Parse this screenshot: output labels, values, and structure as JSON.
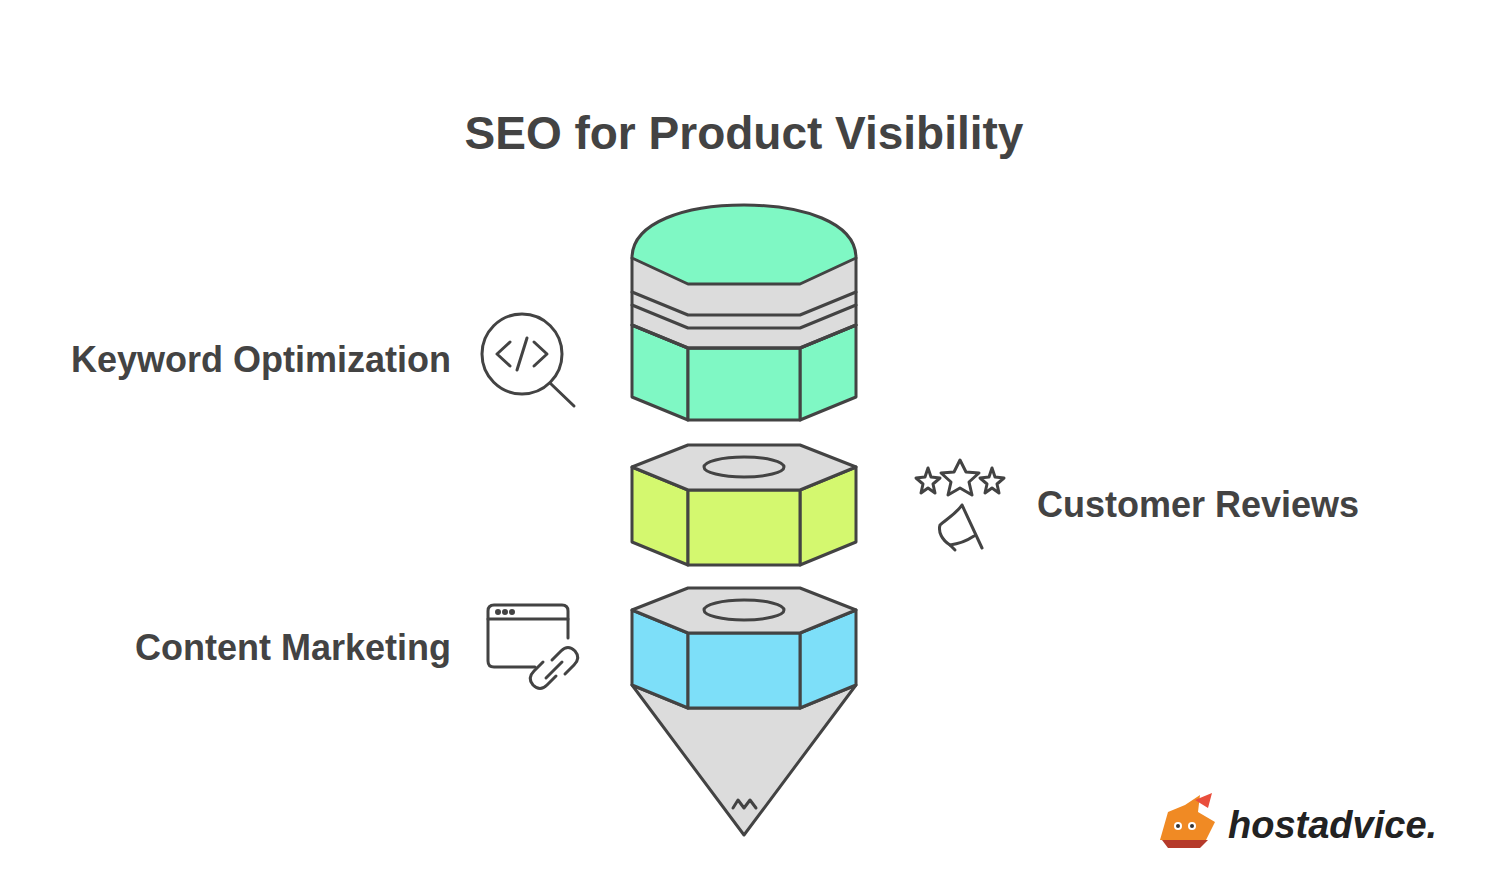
{
  "diagram": {
    "title": "SEO for Product Visibility",
    "labels": [
      "Keyword Optimization",
      "Customer Reviews",
      "Content Marketing",
      "hostadvice."
    ]
  }
}
